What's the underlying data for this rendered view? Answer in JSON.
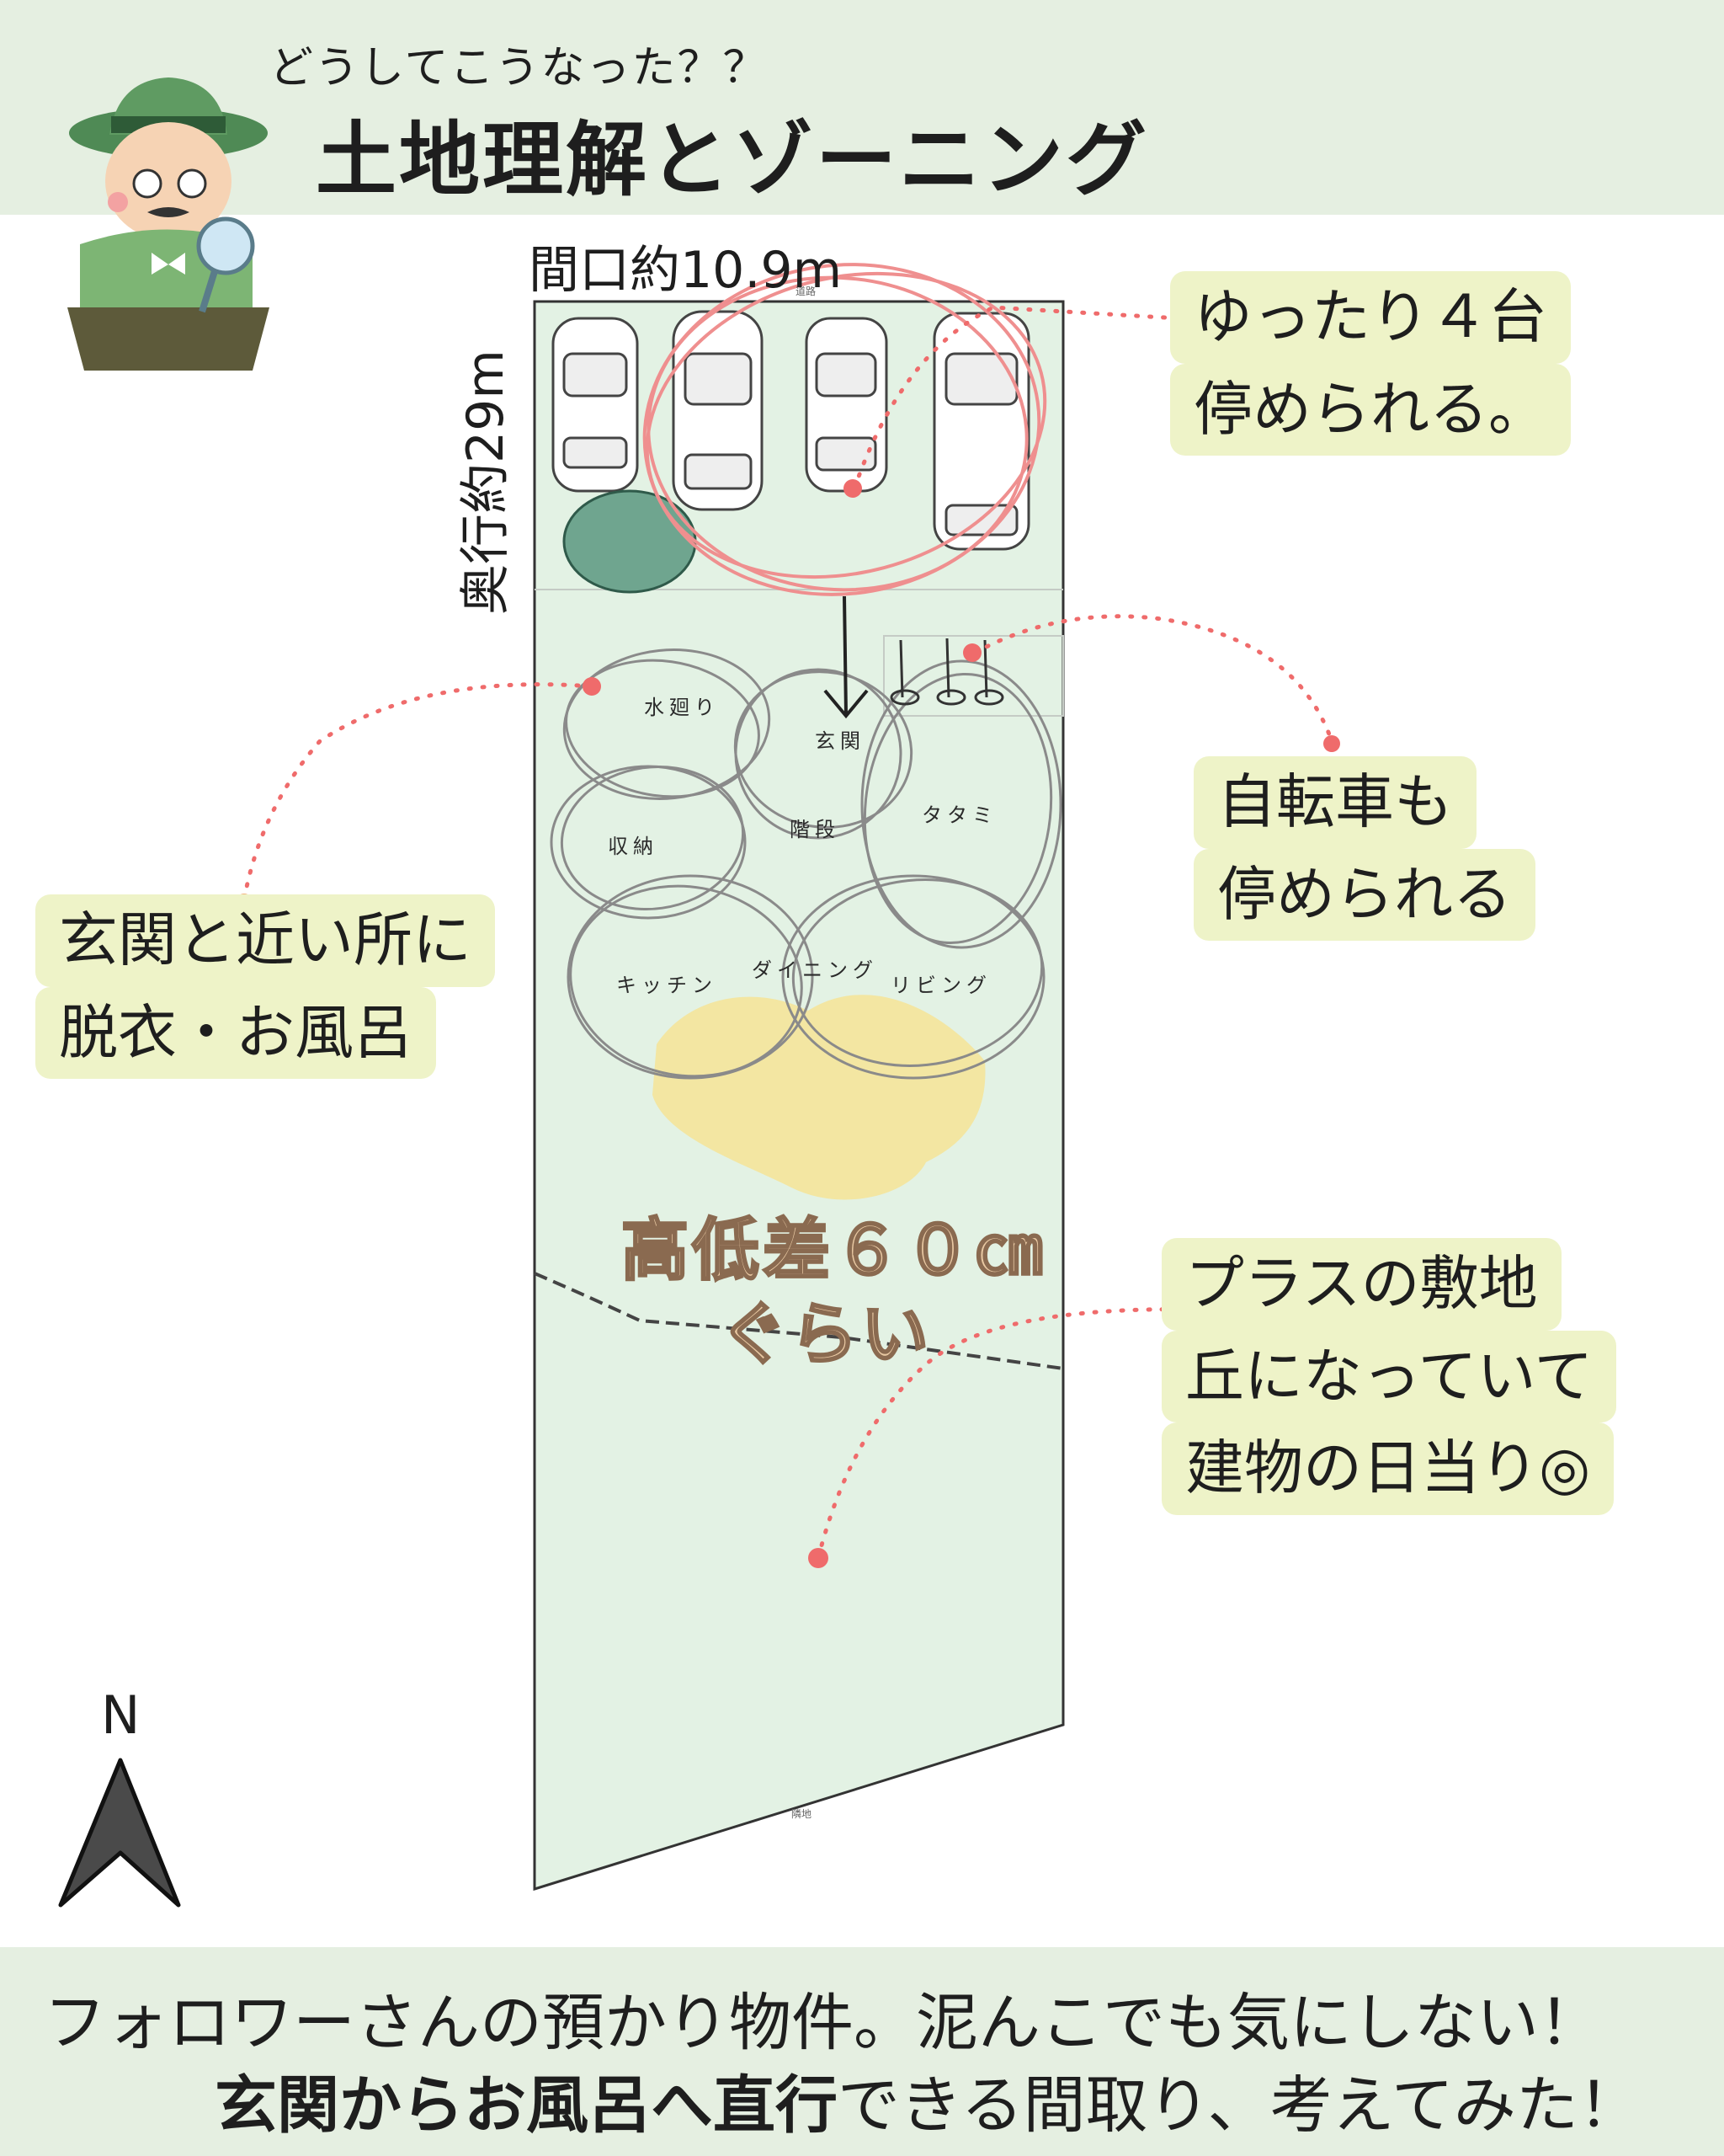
{
  "header": {
    "subtitle": "どうしてこうなった？？",
    "title": "土地理解とゾーニング"
  },
  "site": {
    "frontage": "間口約10.9m",
    "depth": "奥行約29m",
    "edge_road": "道路",
    "edge_neighbor": "隣地"
  },
  "rooms": {
    "water": "水廻り",
    "entrance": "玄関",
    "storage": "収納",
    "stairs": "階段",
    "tatami": "タタミ",
    "kitchen": "キッチン",
    "dining": "ダイニング",
    "living": "リビング"
  },
  "grade_label": {
    "line1": "高低差６０㎝",
    "line2": "ぐらい"
  },
  "callouts": {
    "parking": [
      "ゆったり４台",
      "停められる。"
    ],
    "bikes": [
      "自転車も",
      "停められる"
    ],
    "bath": [
      "玄関と近い所に",
      "脱衣・お風呂"
    ],
    "slope": [
      "プラスの敷地",
      "丘になっていて",
      "建物の日当り◎"
    ]
  },
  "compass": {
    "label": "N"
  },
  "footer": {
    "line1": "フォロワーさんの預かり物件。泥んこでも気にしない！",
    "line2_bold": "玄関からお風呂へ直行",
    "line2_rest": "できる間取り、考えてみた！"
  },
  "colors": {
    "band": "#e5efe1",
    "site_fill": "#e3f2e4",
    "callout_bg": "#eef3c8",
    "accent_dot": "#ef6b6b",
    "circle_red": "#ef8f8f",
    "sun_patch": "#f4e49a"
  }
}
